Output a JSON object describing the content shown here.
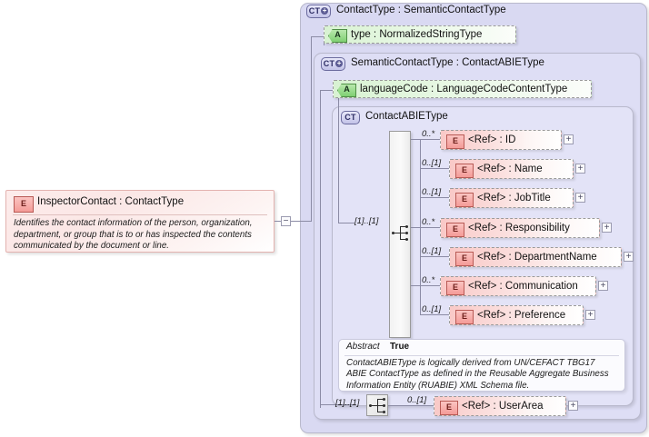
{
  "diagram": {
    "kind": "xsd-schema-diagram",
    "root_element": {
      "icon": "element-icon",
      "icon_label": "E",
      "title": "InspectorContact : ContactType",
      "documentation": "Identifies the contact information of the person, organization, department, or group that is to or has inspected the contents communicated by the document or line.",
      "toggle": "−"
    },
    "containers": [
      {
        "badge": "CT",
        "has_plus": true,
        "label": "ContactType : SemanticContactType"
      },
      {
        "badge": "CT",
        "has_plus": true,
        "label": "SemanticContactType : ContactABIEType"
      },
      {
        "badge": "CT",
        "has_plus": false,
        "label": "ContactABIEType"
      }
    ],
    "attributes": [
      {
        "icon_label": "A",
        "text": "type         : NormalizedStringType"
      },
      {
        "icon_label": "A",
        "text": "languageCode : LanguageCodeContentType"
      }
    ],
    "sequence_occurrence": "[1]..[1]",
    "elements": [
      {
        "icon_label": "E",
        "occurrence": "0..*",
        "text": "<Ref>      : ID",
        "toggle": "+"
      },
      {
        "icon_label": "E",
        "occurrence": "0..[1]",
        "text": "<Ref>     : Name",
        "toggle": "+"
      },
      {
        "icon_label": "E",
        "occurrence": "0..[1]",
        "text": "<Ref>     : JobTitle",
        "toggle": "+"
      },
      {
        "icon_label": "E",
        "occurrence": "0..*",
        "text": "<Ref>    : Responsibility",
        "toggle": "+"
      },
      {
        "icon_label": "E",
        "occurrence": "0..[1]",
        "text": "<Ref>     : DepartmentName",
        "toggle": "+"
      },
      {
        "icon_label": "E",
        "occurrence": "0..*",
        "text": "<Ref>    : Communication",
        "toggle": "+"
      },
      {
        "icon_label": "E",
        "occurrence": "0..[1]",
        "text": "<Ref>     : Preference",
        "toggle": "+"
      }
    ],
    "abstract_panel": {
      "key": "Abstract",
      "value": "True",
      "documentation": "ContactABIEType is logically derived from UN/CEFACT TBG17 ABIE ContactType as defined in the Reusable Aggregate Business Information Entity (RUABIE) XML Schema file."
    },
    "user_area": {
      "sequence_occurrence": "[1]..[1]",
      "occurrence": "0..[1]",
      "icon_label": "E",
      "text": "<Ref>     : UserArea",
      "toggle": "+"
    },
    "colors": {
      "canvas": "#ffffff",
      "container_level0": "#d9d9f2",
      "container_level1": "#dedef5",
      "container_level2": "#e3e3f7",
      "container_level3": "#eaeafb",
      "attribute_green": "#d8f2d2",
      "element_pink": "#f9c9c7",
      "connector_line": "#8b8ba5",
      "badge_border": "#6b6b9e"
    }
  }
}
